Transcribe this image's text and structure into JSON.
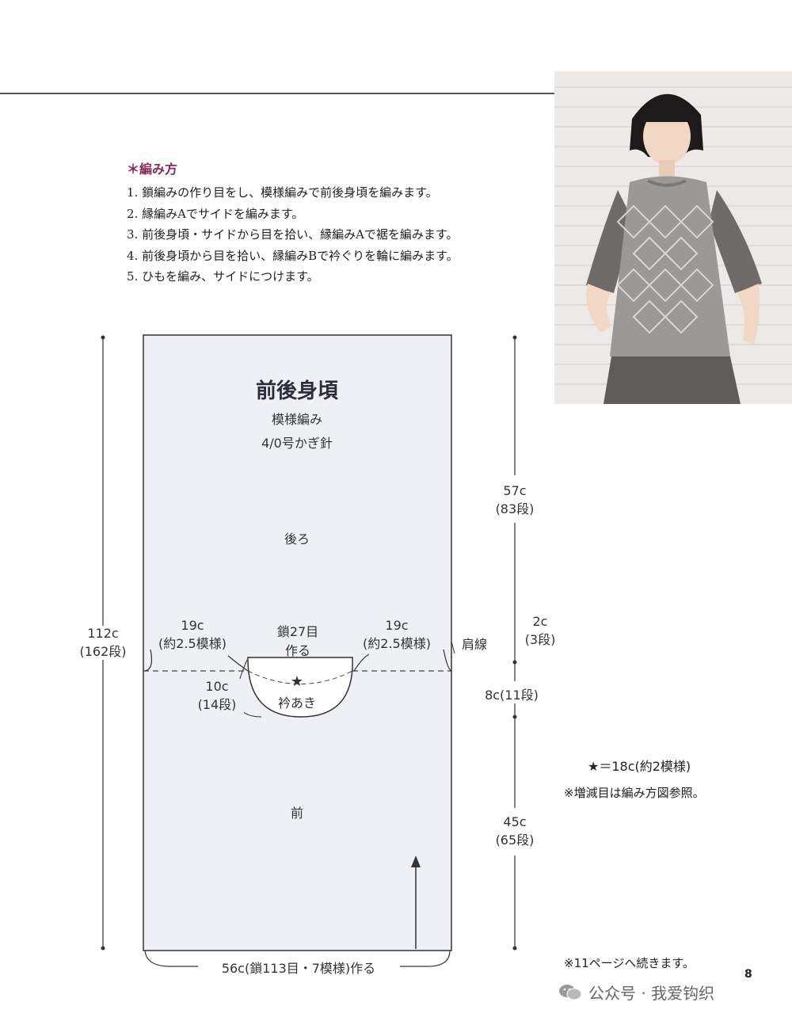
{
  "instructions": {
    "title": "＊編み方",
    "steps": [
      "1. 鎖編みの作り目をし、模様編みで前後身頃を編みます。",
      "2. 縁編みAでサイドを編みます。",
      "3. 前後身頃・サイドから目を拾い、縁編みAで裾を編みます。",
      "4. 前後身頃から目を拾い、縁編みBで衿ぐりを輪に編みます。",
      "5. ひもを編み、サイドにつけます。"
    ]
  },
  "diagram": {
    "panel_title": "前後身頃",
    "stitch": "模様編み",
    "hook": "4/0号かぎ針",
    "back_label": "後ろ",
    "front_label": "前",
    "height_left": [
      "112c",
      "(162段)"
    ],
    "back_height": [
      "57c",
      "(83段)"
    ],
    "shoulder_offset": [
      "2c",
      "(3段)"
    ],
    "neck_right": "8c(11段)",
    "front_height": [
      "45c",
      "(65段)"
    ],
    "left_shoulder": [
      "19c",
      "(約2.5模様)"
    ],
    "right_shoulder": [
      "19c",
      "(約2.5模様)"
    ],
    "neck_chain": [
      "鎖27目",
      "作る"
    ],
    "neck_depth": [
      "10c",
      "(14段)"
    ],
    "neck_star": "★",
    "neck_label": "衿あき",
    "shoulder_line": "肩線",
    "bottom_width": "56c(鎖113目・7模様)作る"
  },
  "notes": {
    "star_note": "★＝18c(約2模様)",
    "increase_note": "※増減目は編み方図参照。",
    "continued": "※11ページへ続きます。"
  },
  "page_number": "8",
  "footer": {
    "text": "公众号 · 我爱钩织",
    "icon": "wechat-icon"
  },
  "colors": {
    "panel": "#eef0f6",
    "title_accent": "#8a2a5a"
  }
}
